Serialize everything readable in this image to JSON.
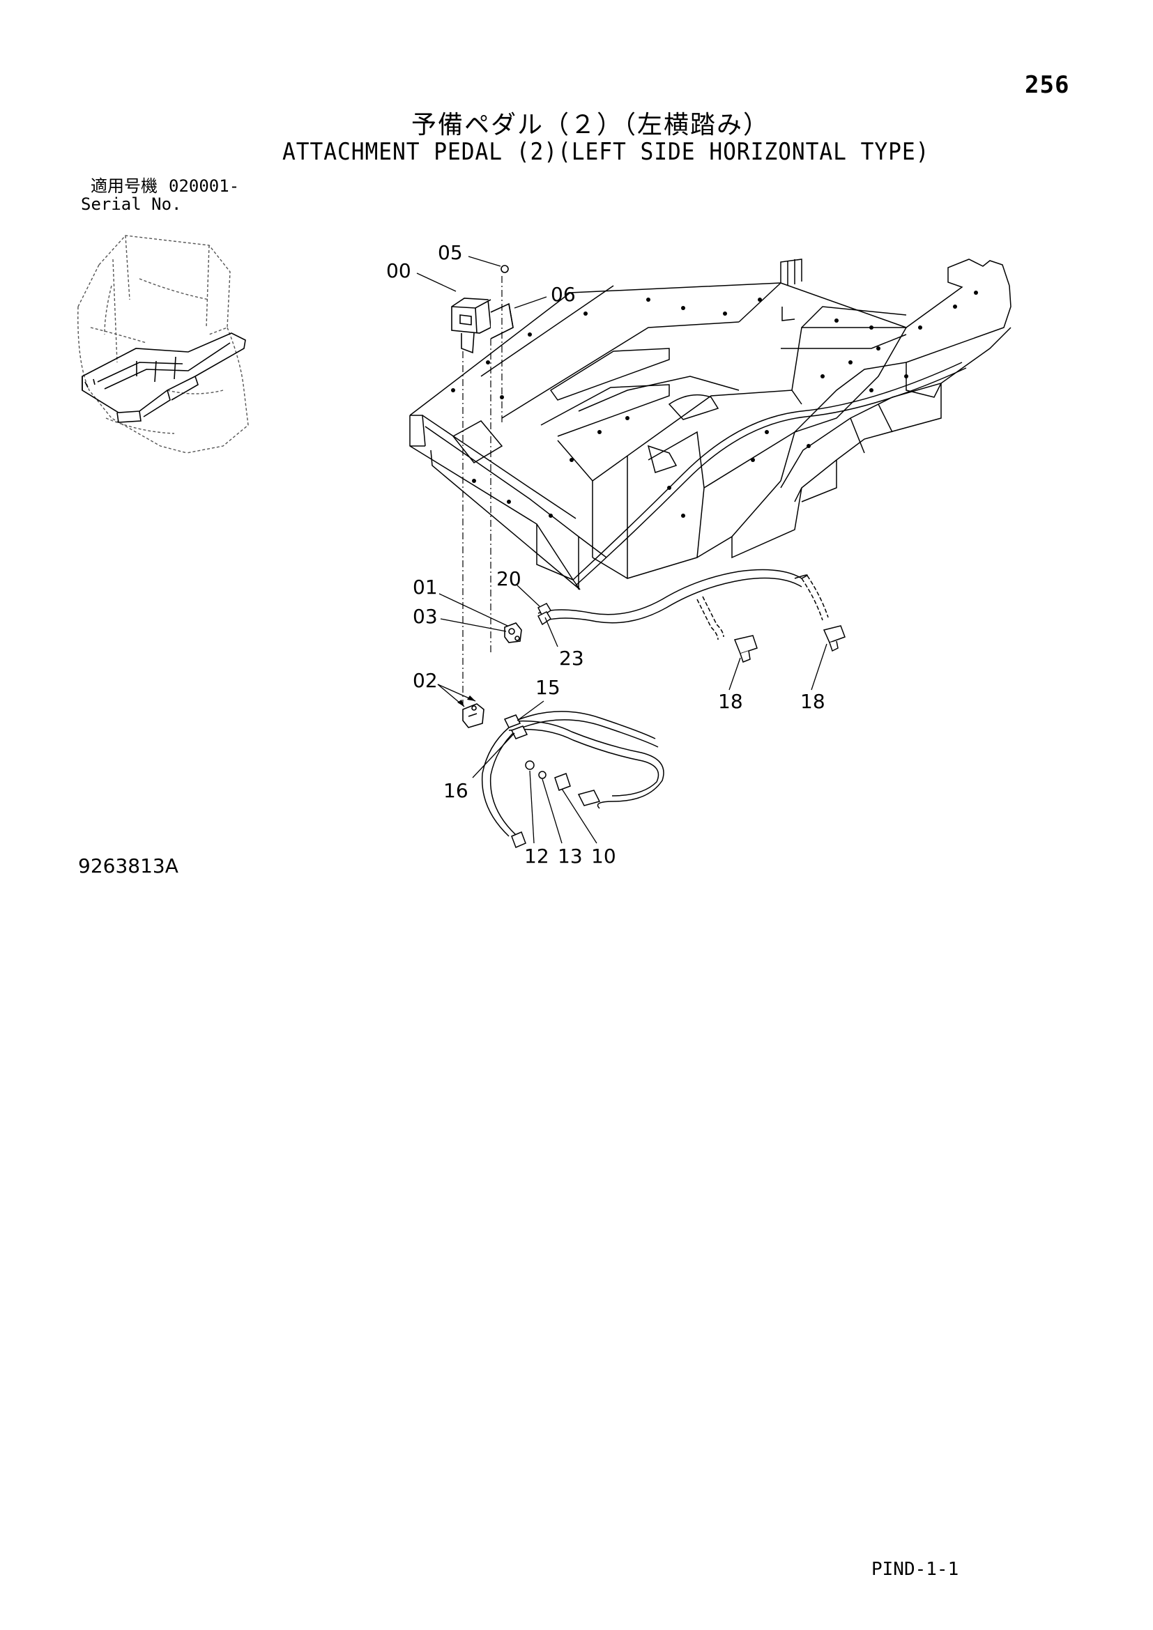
{
  "header": {
    "page_number": "256",
    "title_ja": "予備ペダル（２）（左横踏み）",
    "title_en": "ATTACHMENT PEDAL (2)(LEFT SIDE HORIZONTAL TYPE)"
  },
  "serial": {
    "label_ja": "適用号機",
    "value": "020001-",
    "label_en": "Serial No."
  },
  "callouts": {
    "c00": "00",
    "c05": "05",
    "c06": "06",
    "c01": "01",
    "c03": "03",
    "c20": "20",
    "c23": "23",
    "c02": "02",
    "c15": "15",
    "c16": "16",
    "c18a": "18",
    "c18b": "18",
    "c12": "12",
    "c13": "13",
    "c10": "10"
  },
  "footer": {
    "drawing_number": "9263813A",
    "page_code": "PIND-1-1"
  }
}
